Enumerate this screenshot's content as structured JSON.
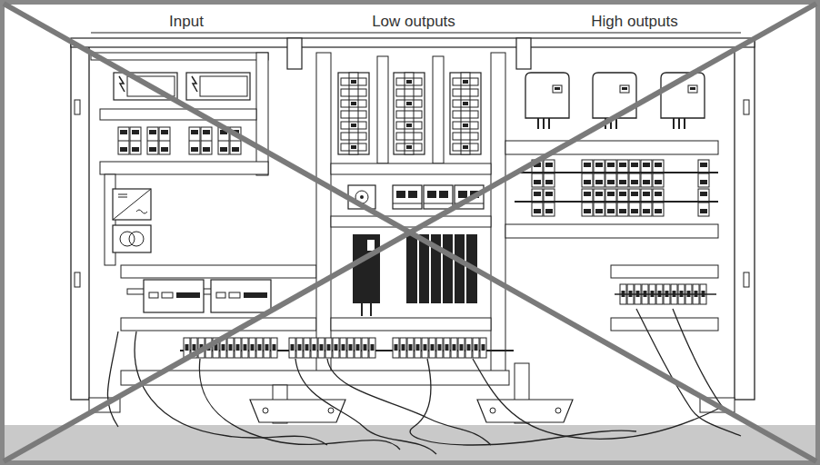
{
  "diagram": {
    "labels": [
      "Input",
      "Low outputs",
      "High outputs"
    ]
  }
}
